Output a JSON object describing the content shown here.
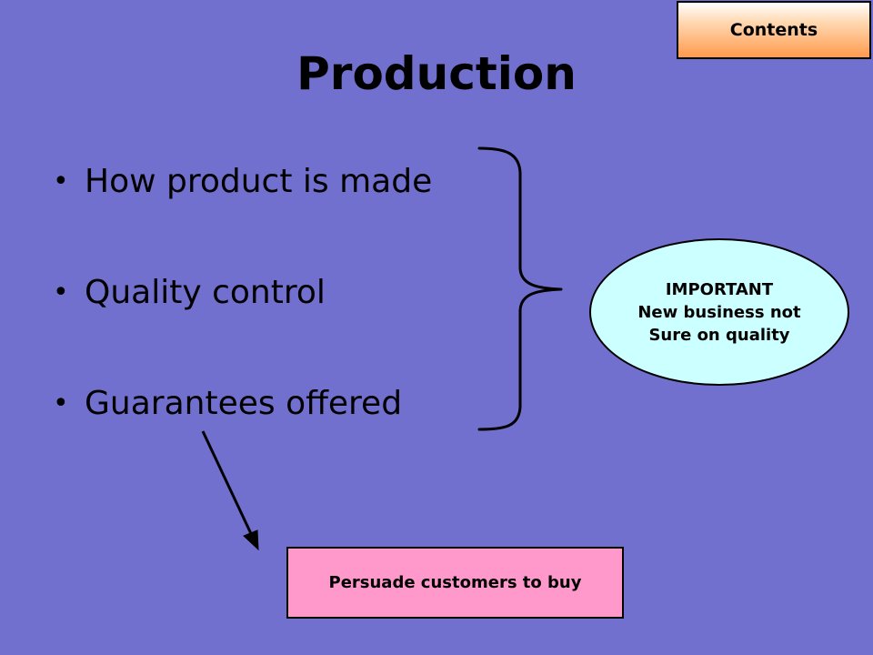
{
  "navigation": {
    "contents_label": "Contents"
  },
  "slide": {
    "title": "Production",
    "bullets": [
      "How product is made",
      "Quality control",
      "Guarantees offered"
    ],
    "bullet_symbol": "•"
  },
  "callout": {
    "lines": [
      "IMPORTANT",
      "New business not",
      "Sure on quality"
    ]
  },
  "result_box": {
    "text": "Persuade customers to buy"
  },
  "colors": {
    "background": "#7270ce",
    "callout_fill": "#ccffff",
    "result_fill": "#ff99cc",
    "contents_fill": "#ff9a4d"
  },
  "icons": {
    "brace": "right-curly-brace",
    "arrow": "down-right-arrow"
  }
}
